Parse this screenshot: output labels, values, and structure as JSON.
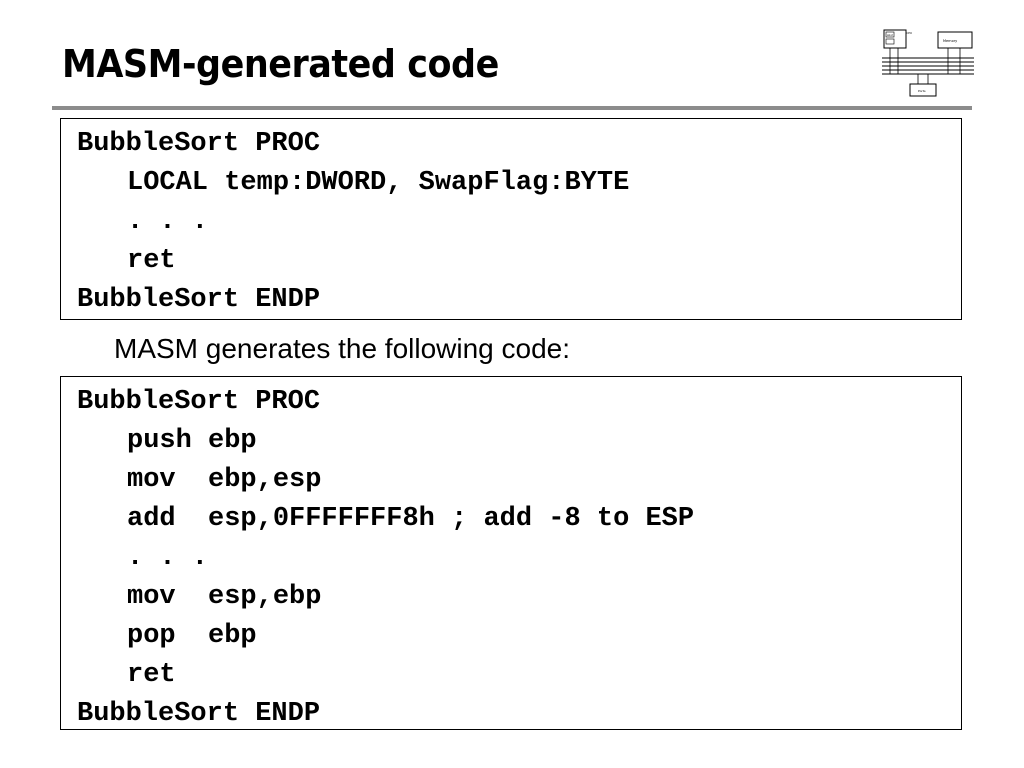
{
  "slide": {
    "title": "MASM-generated code",
    "caption": "MASM generates the following code:"
  },
  "source_code": {
    "lines": [
      {
        "text": "BubbleSort PROC",
        "indent": false
      },
      {
        "text": "LOCAL temp:DWORD, SwapFlag:BYTE",
        "indent": true
      },
      {
        "text": ". . .",
        "indent": true
      },
      {
        "text": "ret",
        "indent": true
      },
      {
        "text": "BubbleSort ENDP",
        "indent": false
      }
    ]
  },
  "generated_code": {
    "lines": [
      {
        "text": "BubbleSort PROC",
        "indent": false
      },
      {
        "text": "push ebp",
        "indent": true
      },
      {
        "text": "mov  ebp,esp",
        "indent": true
      },
      {
        "text": "add  esp,0FFFFFFF8h ; add -8 to ESP",
        "indent": true
      },
      {
        "text": ". . .",
        "indent": true
      },
      {
        "text": "mov  esp,ebp",
        "indent": true
      },
      {
        "text": "pop  ebp",
        "indent": true
      },
      {
        "text": "ret",
        "indent": true
      },
      {
        "text": "BubbleSort ENDP",
        "indent": false
      }
    ]
  },
  "logo": {
    "name": "computer-architecture-diagram-icon",
    "labels": [
      "ALU",
      "CPU",
      "Memory",
      "Ports"
    ]
  }
}
